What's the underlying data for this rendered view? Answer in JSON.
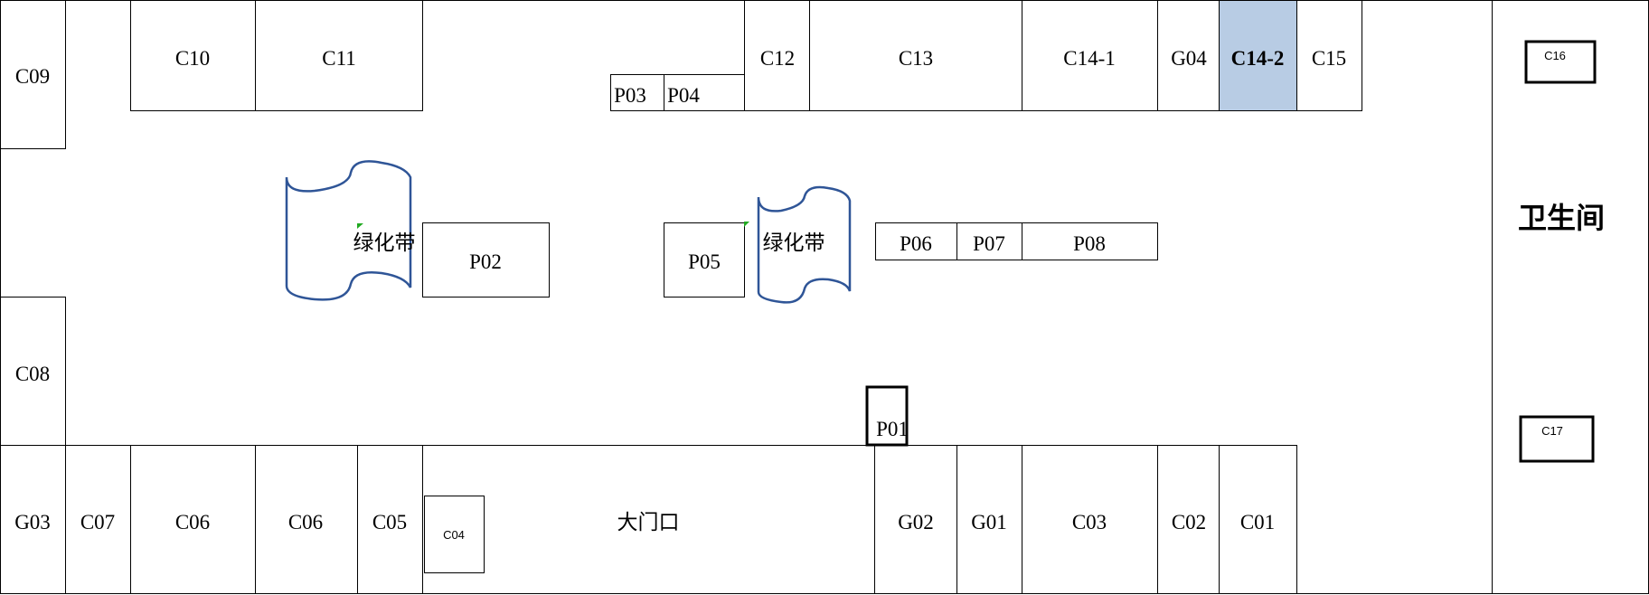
{
  "plan": {
    "units_top": {
      "c09": "C09",
      "c10": "C10",
      "c11": "C11",
      "p03": "P03",
      "p04": "P04",
      "c12": "C12",
      "c13": "C13",
      "c14_1": "C14-1",
      "g04": "G04",
      "c14_2": "C14-2",
      "c15": "C15",
      "c16": "C16"
    },
    "units_middle": {
      "c08": "C08",
      "p02": "P02",
      "p05": "P05",
      "p06": "P06",
      "p07": "P07",
      "p08": "P08",
      "p01": "P01",
      "c17": "C17"
    },
    "units_bottom": {
      "g03": "G03",
      "c07": "C07",
      "c06_a": "C06",
      "c06_b": "C06",
      "c05": "C05",
      "c04": "C04",
      "g02": "G02",
      "g01": "G01",
      "c03": "C03",
      "c02": "C02",
      "c01": "C01"
    },
    "green_belt_1": "绿化带",
    "green_belt_2": "绿化带",
    "main_entrance": "大门口",
    "restroom": "卫生间",
    "highlight_color": "#b8cce4",
    "green_belt_outline_color": "#2f5597"
  }
}
